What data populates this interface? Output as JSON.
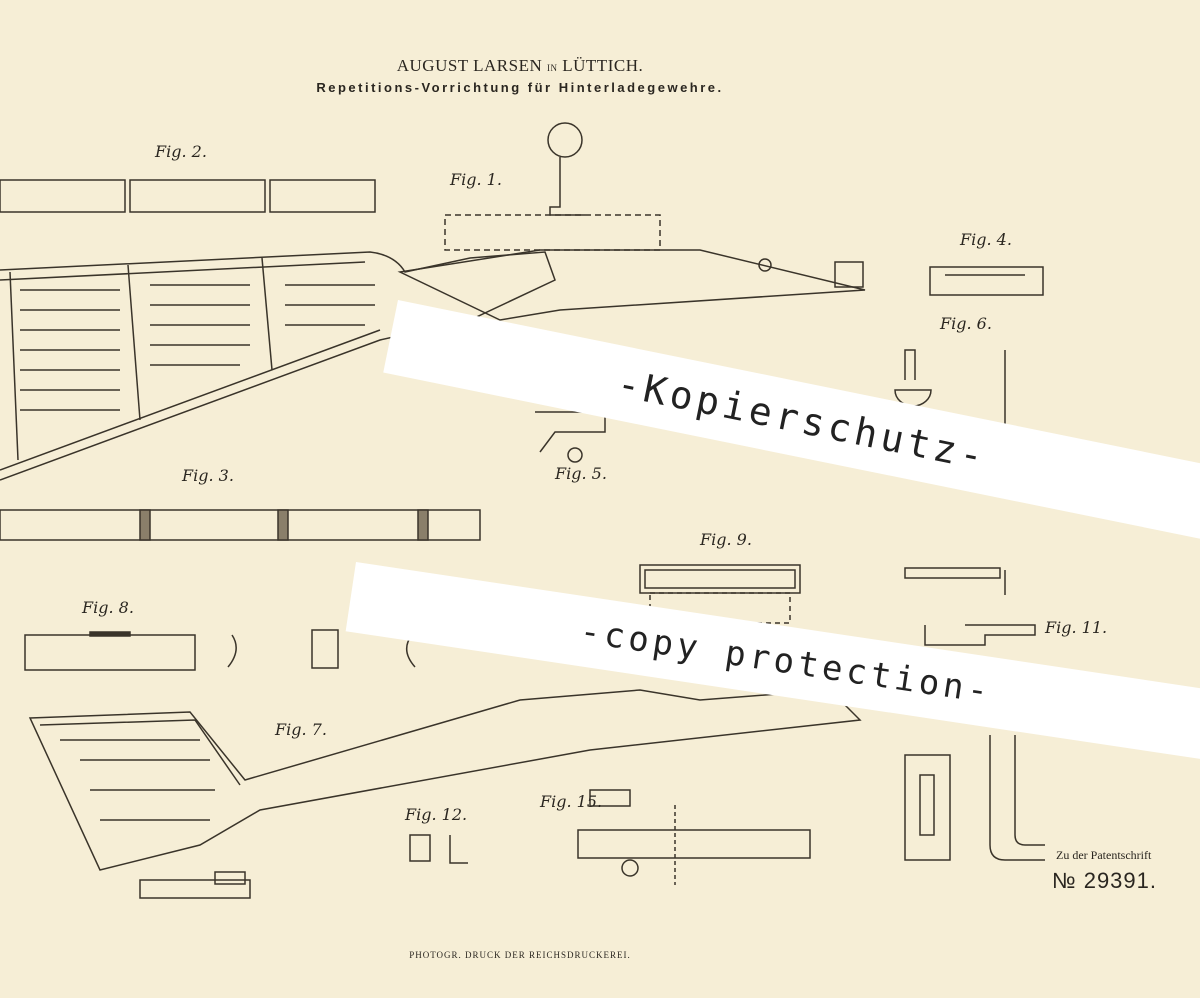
{
  "header": {
    "author": "AUGUST LARSEN",
    "author_in": "IN",
    "author_place": "LÜTTICH.",
    "title": "Repetitions-Vorrichtung für Hinterladegewehre."
  },
  "figures": [
    "Fig. 1.",
    "Fig. 2.",
    "Fig. 3.",
    "Fig. 4.",
    "Fig. 5.",
    "Fig. 6.",
    "Fig. 7.",
    "Fig. 8.",
    "Fig. 9.",
    "Fig. 11.",
    "Fig. 12.",
    "Fig. 15."
  ],
  "watermarks": {
    "de": "-Kopierschutz-",
    "en": "-copy protection-"
  },
  "footer": {
    "printer": "PHOTOGR. DRUCK DER REICHSDRUCKEREI.",
    "caption": "Zu der Patentschrift",
    "patent_number": "№ 29391."
  }
}
